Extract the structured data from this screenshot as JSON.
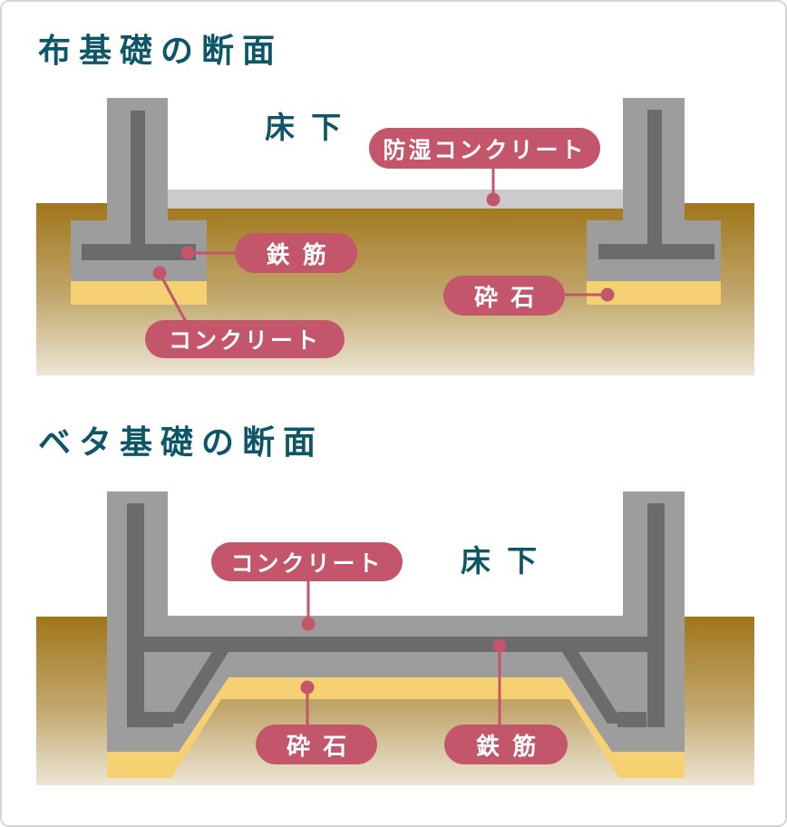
{
  "colors": {
    "title": "#0d5668",
    "pill": "#c4566b",
    "pill-text": "#ffffff",
    "concrete": "#9d9d9d",
    "rebar": "#6b6b6b",
    "slab": "#cbcbcb",
    "gravel": "#f6d173",
    "soil-top": "#a0761b",
    "soil-mid": "#c2a86e",
    "soil-bottom": "#ece6d5",
    "canvas-border": "#d6d6d6",
    "background": "#ffffff"
  },
  "strip_section": {
    "title": "布基礎の断面",
    "underfloor": "床下",
    "labels": {
      "damp_proof_concrete": "防湿コンクリート",
      "rebar": "鉄筋",
      "concrete": "コンクリート",
      "gravel": "砕石"
    }
  },
  "mat_section": {
    "title": "ベタ基礎の断面",
    "underfloor": "床下",
    "labels": {
      "concrete": "コンクリート",
      "gravel": "砕石",
      "rebar": "鉄筋"
    }
  }
}
